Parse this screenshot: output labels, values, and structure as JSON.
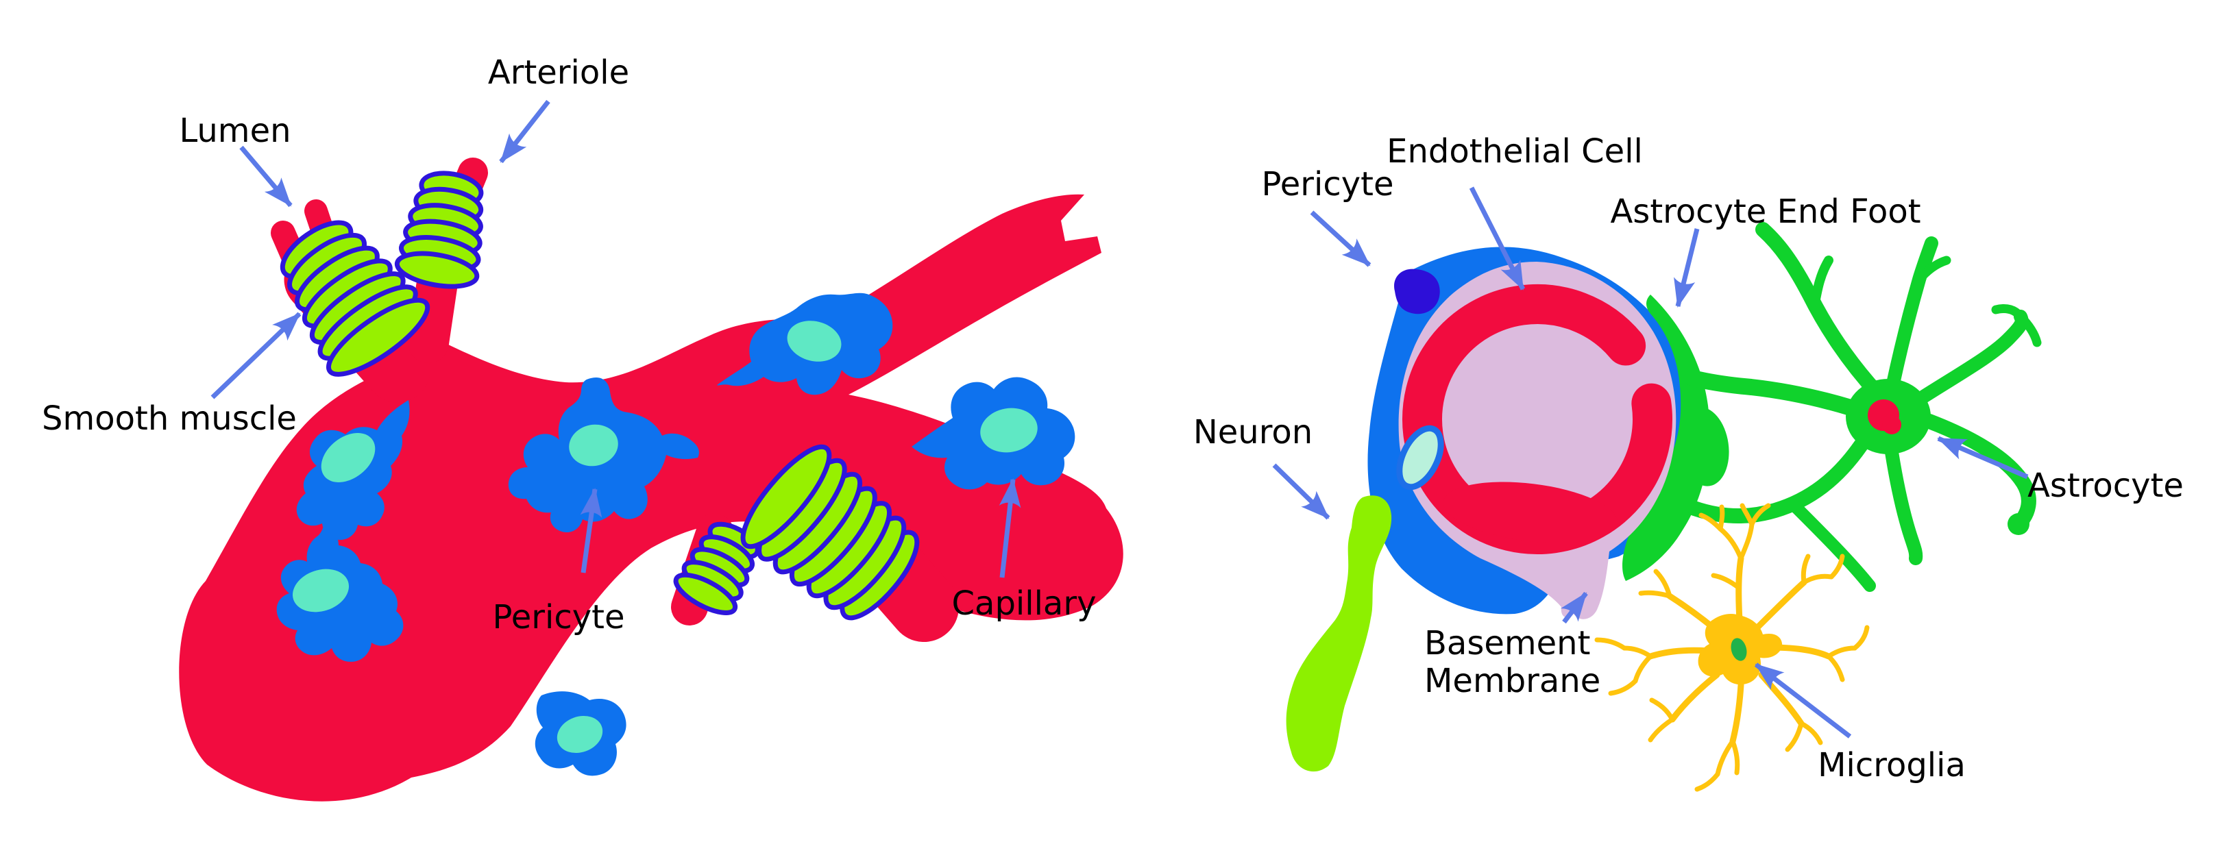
{
  "figure": {
    "description": "Two-panel vector diagram of brain microvasculature: left panel shows an arteriole/capillary vessel with smooth muscle coils and pericytes; right panel shows a capillary cross-section (neurovascular unit) with pericyte, endothelial cell, basement membrane, astrocyte end foot, astrocyte, neuron and microglia."
  },
  "left_diagram": {
    "name": "arteriole-capillary-vessel",
    "labels": {
      "lumen": "Lumen",
      "arteriole": "Arteriole",
      "smooth_muscle": "Smooth muscle",
      "pericyte": "Pericyte",
      "capillary": "Capillary"
    }
  },
  "right_diagram": {
    "name": "capillary-cross-section-neurovascular-unit",
    "labels": {
      "pericyte": "Pericyte",
      "endothelial_cell": "Endothelial Cell",
      "astrocyte_end_foot": "Astrocyte End Foot",
      "neuron": "Neuron",
      "astrocyte": "Astrocyte",
      "basement_membrane_line1": "Basement",
      "basement_membrane_line2": "Membrane",
      "microglia": "Microglia"
    }
  },
  "colors": {
    "vessel_red": "#F20C3F",
    "pericyte_blue": "#0E72EE",
    "nucleus_teal": "#5FE8C4",
    "muscle_green": "#97F000",
    "coil_outline_blue": "#2D16DB",
    "basement_lavender": "#DCBBDE",
    "pericyte_nucleus_navy": "#2D0FD8",
    "endothelial_nucleus_mint": "#B9F1DC",
    "mint_ring_blue": "#1D6FE8",
    "astrocyte_green": "#10D22C",
    "neuron_green": "#8DF000",
    "microglia_amber": "#FFC40D",
    "microglia_nucleus_green": "#21B24B",
    "arrow_blue": "#5B7AE8",
    "label_black": "#000000"
  }
}
